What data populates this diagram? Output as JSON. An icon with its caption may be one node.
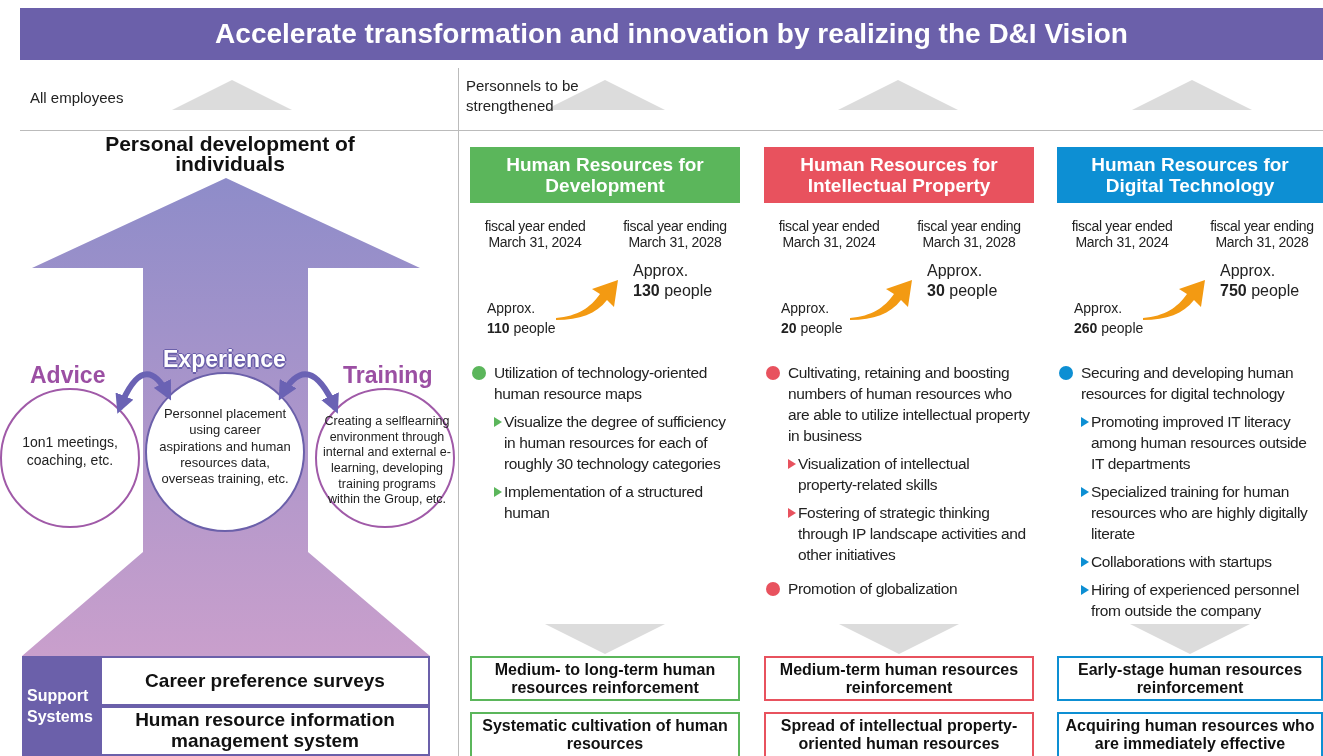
{
  "diagram": {
    "title": "Accelerate transformation and innovation by realizing the D&I Vision",
    "nodes": [
      {
        "text": [
          "Personal development of individuals"
        ]
      },
      {
        "text": [
          "Advice",
          "1on1 meetings, coaching, etc."
        ]
      },
      {
        "text": [
          "Experience",
          "Personnel placement using career aspirations and human resources data, overseas training, etc."
        ],
        "in": 0
      },
      {
        "text": [
          "Training",
          "Creating a selflearning environment through internal and external e-learning, developing training programs within the Group, etc."
        ]
      },
      {
        "text": [
          "Support Systems"
        ]
      },
      {
        "text": [
          "Career preference surveys"
        ]
      },
      {
        "text": [
          "Human resource information management system"
        ]
      },
      {
        "text": [
          "Human Resources for Development"
        ]
      },
      {
        "text": [
          "Human Resources for Intellectual Property"
        ]
      },
      {
        "text": [
          "Human Resources for Digital Technology"
        ]
      },
      {
        "text": [
          "Medium- to long-term human resources reinforcement"
        ]
      },
      {
        "text": [
          "Systematic cultivation of human resources"
        ]
      },
      {
        "text": [
          "Medium-term human resources reinforcement"
        ]
      },
      {
        "text": [
          "Spread of intellectual property-oriented human resources"
        ]
      },
      {
        "text": [
          "Early-stage human resources reinforcement"
        ]
      },
      {
        "text": [
          "Acquiring human resources who are immediately effective"
        ]
      }
    ],
    "edges": [
      {
        "from": 1,
        "to": 2,
        "arrow": "both"
      },
      {
        "from": 2,
        "to": 3,
        "arrow": "both"
      }
    ],
    "labels": [
      "All employees",
      "Personnels to be strengthened",
      "fiscal year ended March 31, 2024",
      "fiscal year ending March 31, 2028",
      "Approx.",
      "**130** people",
      "Approx.",
      "**110** people",
      "Utilization of technology-oriented human resource maps",
      "Visualize the degree of sufficiency in human resources for each of roughly 30 technology categories",
      "Implementation of a structured human",
      "fiscal year ended March 31, 2024",
      "fiscal year ending March 31, 2028",
      "Approx.",
      "**30** people",
      "Approx.",
      "**20** people",
      "Cultivating, retaining and boosting numbers of human resources who are able to utilize intellectual property in business",
      "Visualization of intellectual property-related skills",
      "Fostering of strategic thinking through IP landscape activities and other initiatives",
      "Promotion of globalization",
      "fiscal year ended March 31, 2024",
      "fiscal year ending March 31, 2028",
      "Approx.",
      "**750** people",
      "Approx.",
      "**260** people",
      "Securing and developing human resources for digital technology",
      "Promoting improved IT literacy among human resources outside IT departments",
      "Specialized training for human resources who are highly digitally literate",
      "Collaborations with startups",
      "Hiring of experienced personnel from outside the company"
    ]
  }
}
